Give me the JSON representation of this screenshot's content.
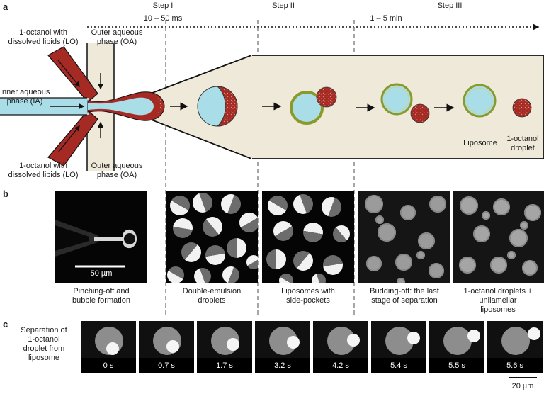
{
  "panels": {
    "a": "a",
    "b": "b",
    "c": "c"
  },
  "steps": {
    "step1": "Step I",
    "step2": "Step II",
    "step3": "Step III",
    "time1": "10 – 50 ms",
    "time3": "1 – 5 min"
  },
  "labels_a": {
    "lo_top": [
      "1-octanol with",
      "dissolved lipids (LO)"
    ],
    "oa_top": [
      "Outer aqueous",
      "phase (OA)"
    ],
    "ia": [
      "Inner aqueous",
      "phase (IA)"
    ],
    "lo_bottom": [
      "1-octanol with",
      "dissolved lipids (LO)"
    ],
    "oa_bottom": [
      "Outer aqueous",
      "phase (OA)"
    ],
    "liposome": "Liposome",
    "droplet": [
      "1-octanol",
      "droplet"
    ]
  },
  "captions_b": [
    [
      "Pinching-off and",
      "bubble formation"
    ],
    [
      "Double-emulsion",
      "droplets"
    ],
    [
      "Liposomes with",
      "side-pockets"
    ],
    [
      "Budding-off: the last",
      "stage of separation"
    ],
    [
      "1-octanol droplets +",
      "unilamellar",
      "liposomes"
    ]
  ],
  "scalebar_b": "50 µm",
  "label_c": [
    "Separation of",
    "1-octanol",
    "droplet from",
    "liposome"
  ],
  "frames_c": [
    "0 s",
    "0.7 s",
    "1.7 s",
    "3.2 s",
    "4.2 s",
    "5.4 s",
    "5.5 s",
    "5.6 s"
  ],
  "scalebar_c": "20 µm",
  "colors": {
    "aqueous": "#a9dde8",
    "octanol": "#a52a24",
    "channel": "#efe9d9",
    "lipid_shell": "#8a9a2a"
  }
}
